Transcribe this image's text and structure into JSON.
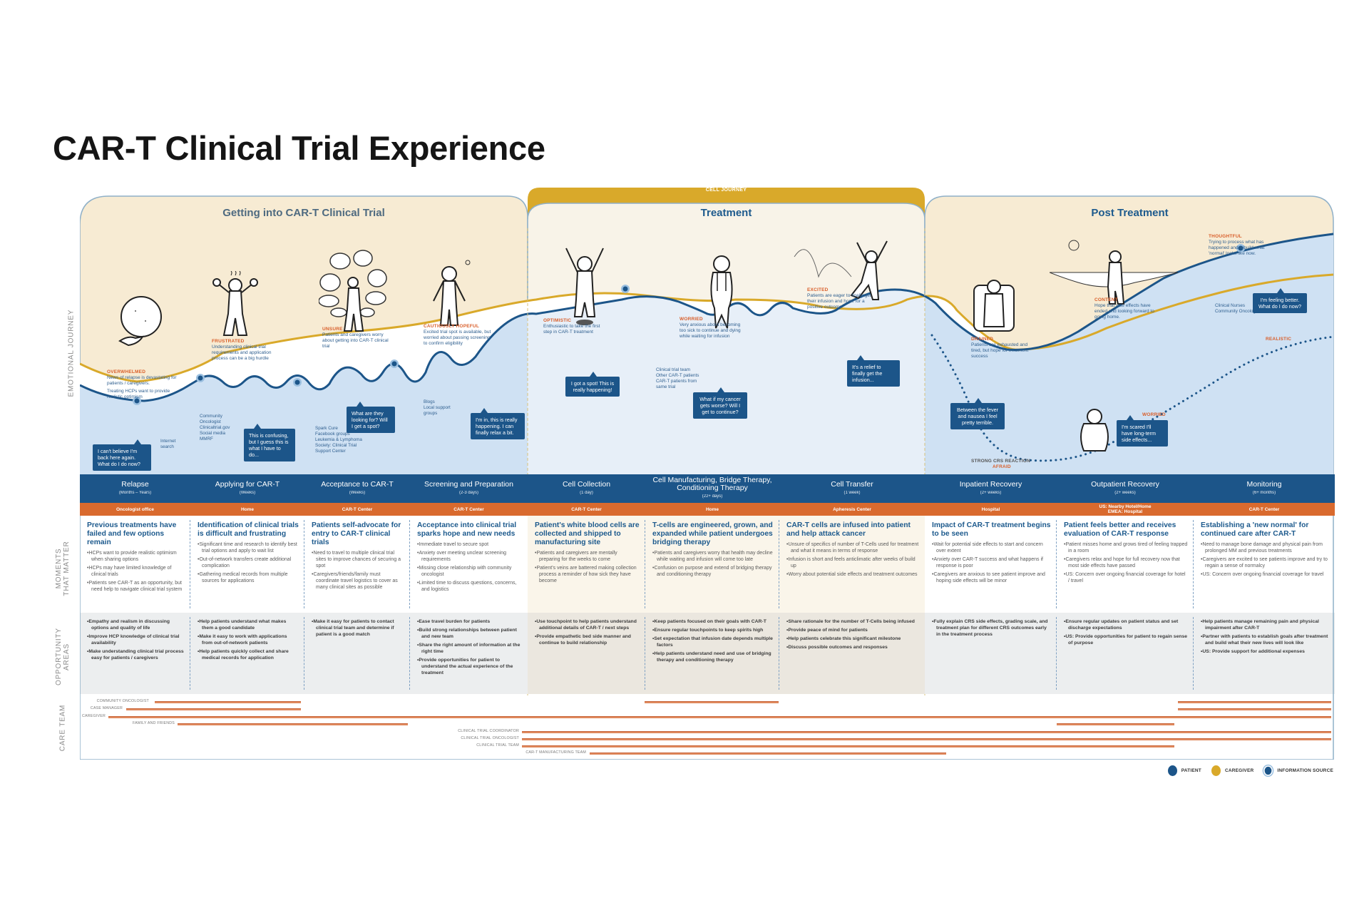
{
  "title": "CAR-T Clinical Trial Experience",
  "cell_journey_label": "CELL JOURNEY",
  "row_labels": {
    "emotional_journey": "EMOTIONAL JOURNEY",
    "moments_that_matter": "MOMENTS THAT MATTER",
    "opportunity_areas": "OPPORTUNITY AREAS",
    "care_team": "CARE TEAM"
  },
  "sections": [
    {
      "title": "Getting into CAR-T Clinical Trial"
    },
    {
      "title": "Treatment"
    },
    {
      "title": "Post Treatment"
    }
  ],
  "emotions": [
    {
      "name": "OVERWHELMED",
      "text": "News of relapse is devastating for patients / caregivers.",
      "text2": "Treating HCPs want to provide realistic optimism",
      "figure": "person-crushed-by-boulder-icon"
    },
    {
      "name": "FRUSTRATED",
      "text": "Understanding clinical trial requirements and application process can be a big hurdle",
      "figure": "frustrated-person-icon"
    },
    {
      "name": "UNSURE",
      "text": "Patients and caregivers worry about getting into CAR-T clinical trial",
      "figure": "person-with-thought-clouds-icon"
    },
    {
      "name": "CAUTIOUSLY HOPEFUL",
      "text": "Excited trial spot is available, but worried about passing screening to confirm eligibility",
      "figure": "hopeful-person-icon"
    },
    {
      "name": "OPTIMISTIC",
      "text": "Enthusiastic to take the first step in CAR-T treatment",
      "figure": "arms-raised-person-icon"
    },
    {
      "name": "WORRIED",
      "text": "Very anxious about becoming too sick to continue and dying while waiting for infusion",
      "figure": "worried-person-icon"
    },
    {
      "name": "EXCITED",
      "text": "Patients are eager to finally get their infusion and hope for a positive outcome",
      "figure": "jumping-person-icon"
    },
    {
      "name": "DRAINED",
      "text": "Patients are exhausted and tired, but hope for treatment success",
      "figure": "person-in-armchair-icon"
    },
    {
      "name": "CONTENT",
      "text": "Hope that side effects have ended and looking forward to going home.",
      "figure": "person-at-lake-icon"
    },
    {
      "name": "THOUGHTFUL",
      "text": "Trying to process what has happened and rebuild what 'normal' looks like now."
    }
  ],
  "bubbles": [
    "I can't believe I'm back here again. What do I do now?",
    "This is confusing, but I guess this is what I have to do...",
    "What are they looking for? Will I get a spot?",
    "I'm in, this is really happening. I can finally relax a bit.",
    "I got a spot! This is really happening!",
    "What if my cancer gets worse? Will I get to continue?",
    "It's a relief to finally get the infusion...",
    "Between the fever and nausea I feel pretty terrible.",
    "I'm scared I'll have long-term side effects...",
    "I'm feeling better. What do I do now?"
  ],
  "info_sources": [
    "Internet search",
    "Community Oncologist\nClinicaltrial.gov\nSocial media\nMMRF",
    "Spark Cure\nFacebook groups\nLeukemia & Lymphoma Society: Clinical Trial Support Center",
    "Blogs\nLocal support groups",
    "Clinical trial team\nOther CAR-T patients\nCAR-T patients from same trial",
    "Clinical Nurses\nCommunity Oncologist"
  ],
  "path_labels": {
    "realistic": "REALISTIC",
    "worried": "WORRIED",
    "strong_crs": "STRONG CRS REACTION",
    "afraid": "AFRAID"
  },
  "stages": [
    {
      "name": "Relapse",
      "duration": "(Months – Years)",
      "location": "Oncologist office"
    },
    {
      "name": "Applying for CAR-T",
      "duration": "(Weeks)",
      "location": "Home"
    },
    {
      "name": "Acceptance to CAR-T",
      "duration": "(Weeks)",
      "location": "CAR-T Center"
    },
    {
      "name": "Screening and Preparation",
      "duration": "(2-3 days)",
      "location": "CAR-T Center"
    },
    {
      "name": "Cell Collection",
      "duration": "(1 day)",
      "location": "CAR-T Center"
    },
    {
      "name": "Cell Manufacturing, Bridge Therapy, Conditioning Therapy",
      "duration": "(22+ days)",
      "location": "Home"
    },
    {
      "name": "Cell Transfer",
      "duration": "(1 week)",
      "location": "Apheresis Center"
    },
    {
      "name": "Inpatient Recovery",
      "duration": "(2+ weeks)",
      "location": "Hospital"
    },
    {
      "name": "Outpatient Recovery",
      "duration": "(2+ weeks)",
      "location": "US: Nearby Hotel/Home",
      "location2": "EMEA: Hospital"
    },
    {
      "name": "Monitoring",
      "duration": "(6+ months)",
      "location": "CAR-T Center"
    }
  ],
  "moments": [
    {
      "head": "Previous treatments have failed and few options remain",
      "bullets": [
        "•HCPs want to provide realistic optimism when sharing options",
        "•HCPs may have limited knowledge of clinical trials",
        "•Patients see CAR-T as an opportunity, but need help to navigate clinical trial system"
      ]
    },
    {
      "head": "Identification of clinical trials is difficult and frustrating",
      "bullets": [
        "•Significant time and research to identify best trial options and apply to wait list",
        "•Out-of-network transfers create additional complication",
        "•Gathering medical records from multiple sources for applications"
      ]
    },
    {
      "head": "Patients self-advocate for entry to CAR-T clinical trials",
      "bullets": [
        "•Need to travel to multiple clinical trial sites to improve chances of securing a spot",
        "•Caregivers/friends/family must coordinate travel logistics to cover as many clinical sites as possible"
      ]
    },
    {
      "head": "Acceptance into clinical trial sparks hope and new needs",
      "bullets": [
        "•Immediate travel to secure spot",
        "•Anxiety over meeting unclear screening requirements",
        "•Missing close relationship with community oncologist",
        "•Limited time to discuss questions, concerns, and logistics"
      ]
    },
    {
      "head": "Patient's white blood cells are collected and shipped to manufacturing site",
      "bullets": [
        "•Patients and caregivers are mentally preparing for the weeks to come",
        "•Patient's veins are battered making collection process a reminder of how sick they have become"
      ]
    },
    {
      "head": "T-cells are engineered, grown, and expanded while patient undergoes bridging therapy",
      "bullets": [
        "•Patients and caregivers worry that health may decline while waiting and infusion will come too late",
        "•Confusion on purpose and extend of bridging therapy and conditioning therapy"
      ]
    },
    {
      "head": "CAR-T cells are infused into patient and help attack cancer",
      "bullets": [
        "•Unsure of specifics of number of T-Cells used for treatment and what it means in terms of response",
        "•Infusion is short and feels anticlimatic after weeks of build up",
        "•Worry about potential side effects and treatment outcomes"
      ]
    },
    {
      "head": "Impact of CAR-T treatment begins to be seen",
      "bullets": [
        "•Wait for potential side effects to start and concern over extent",
        "•Anxiety over CAR-T success and what happens if response is poor",
        "•Caregivers are anxious to see patient improve and hoping side effects will be minor"
      ]
    },
    {
      "head": "Patient feels better and receives evaluation of CAR-T response",
      "bullets": [
        "•Patient misses home and grows tired of feeling trapped in a room",
        "•Caregivers relax and hope for full recovery now that most side effects have passed",
        "•US: Concern over ongoing financial coverage for hotel / travel"
      ]
    },
    {
      "head": "Establishing a 'new normal' for continued care after CAR-T",
      "bullets": [
        "•Need to manage bone damage and physical pain from prolonged MM and previous treatments",
        "•Caregivers are excited to see patients improve and try to regain a sense of normalcy",
        "•US: Concern over ongoing financial coverage for travel"
      ]
    }
  ],
  "opportunities": [
    {
      "bullets": [
        "•Empathy and realism in discussing options and quality of life",
        "•Improve HCP knowledge of clinical trial availability",
        "•Make understanding clinical trial process easy for patients / caregivers"
      ]
    },
    {
      "bullets": [
        "•Help patients understand what makes them a good candidate",
        "•Make it easy to work with applications from out-of-network patients",
        "•Help patients quickly collect and share medical records for application"
      ]
    },
    {
      "bullets": [
        "•Make it easy for patients to contact clinical trial team and determine if patient is a good match"
      ]
    },
    {
      "bullets": [
        "•Ease travel burden for patients",
        "•Build strong relationships between patient and new team",
        "•Share the right amount of information at the right time",
        "•Provide opportunities for patient to understand the actual experience of the treatment"
      ]
    },
    {
      "bullets": [
        "•Use touchpoint to help patients understand additional details of CAR-T / next steps",
        "•Provide empathetic bed side manner and continue to build relationship"
      ]
    },
    {
      "bullets": [
        "•Keep patients focused on their goals with CAR-T",
        "•Ensure regular touchpoints to keep spirits high",
        "•Set expectation that infusion date depends multiple factors",
        "•Help patients understand need and use of bridging therapy and conditioning therapy"
      ]
    },
    {
      "bullets": [
        "•Share rationale for the number of T-Cells being infused",
        "•Provide peace of mind for patients",
        "•Help patients celebrate this significant milestone",
        "•Discuss possible outcomes and responses"
      ]
    },
    {
      "bullets": [
        "•Fully explain CRS side effects, grading scale, and treatment plan for different CRS outcomes early in the treatment process"
      ]
    },
    {
      "bullets": [
        "•Ensure regular updates on patient status and set discharge expectations",
        "•US: Provide opportunities for patient to regain sense of purpose"
      ]
    },
    {
      "bullets": [
        "•Help patients manage remaining pain and physical impairment after CAR-T",
        "•Partner with patients to establish goals after treatment and build what their new lives will look like",
        "•US: Provide support for additional expenses"
      ]
    }
  ],
  "care_team": [
    {
      "role": "COMMUNITY ONCOLOGIST",
      "stages": [
        "Relapse",
        "Applying for CAR-T",
        "Monitoring"
      ]
    },
    {
      "role": "CASE MANAGER",
      "stages": [
        "Relapse",
        "Applying for CAR-T",
        "Monitoring"
      ]
    },
    {
      "role": "CAREGIVER",
      "stages": [
        "all"
      ]
    },
    {
      "role": "FAMILY AND FRIENDS",
      "stages": [
        "Applying for CAR-T",
        "Acceptance to CAR-T",
        "Outpatient Recovery"
      ]
    },
    {
      "role": "CLINICAL TRIAL COORDINATOR",
      "stages": [
        "Cell Collection → Monitoring"
      ]
    },
    {
      "role": "CLINICAL TRIAL ONCOLOGIST",
      "stages": [
        "Cell Collection → Monitoring"
      ]
    },
    {
      "role": "CLINICAL TRIAL TEAM",
      "stages": [
        "Cell Collection → Outpatient Recovery"
      ]
    },
    {
      "role": "CAR-T MANUFACTURING TEAM",
      "stages": [
        "Cell Manufacturing → Cell Transfer"
      ]
    }
  ],
  "legend": [
    {
      "label": "PATIENT",
      "color": "#1c5589"
    },
    {
      "label": "CAREGIVER",
      "color": "#d9a92a"
    },
    {
      "label": "INFORMATION SOURCE",
      "color": "#1c5589"
    }
  ],
  "colors": {
    "patient": "#1c5589",
    "caregiver": "#d9a92a",
    "stage_band": "#1c5589",
    "location_band": "#d96a2e",
    "emotion_label": "#d95f2b",
    "care_line": "#e08a5e"
  }
}
